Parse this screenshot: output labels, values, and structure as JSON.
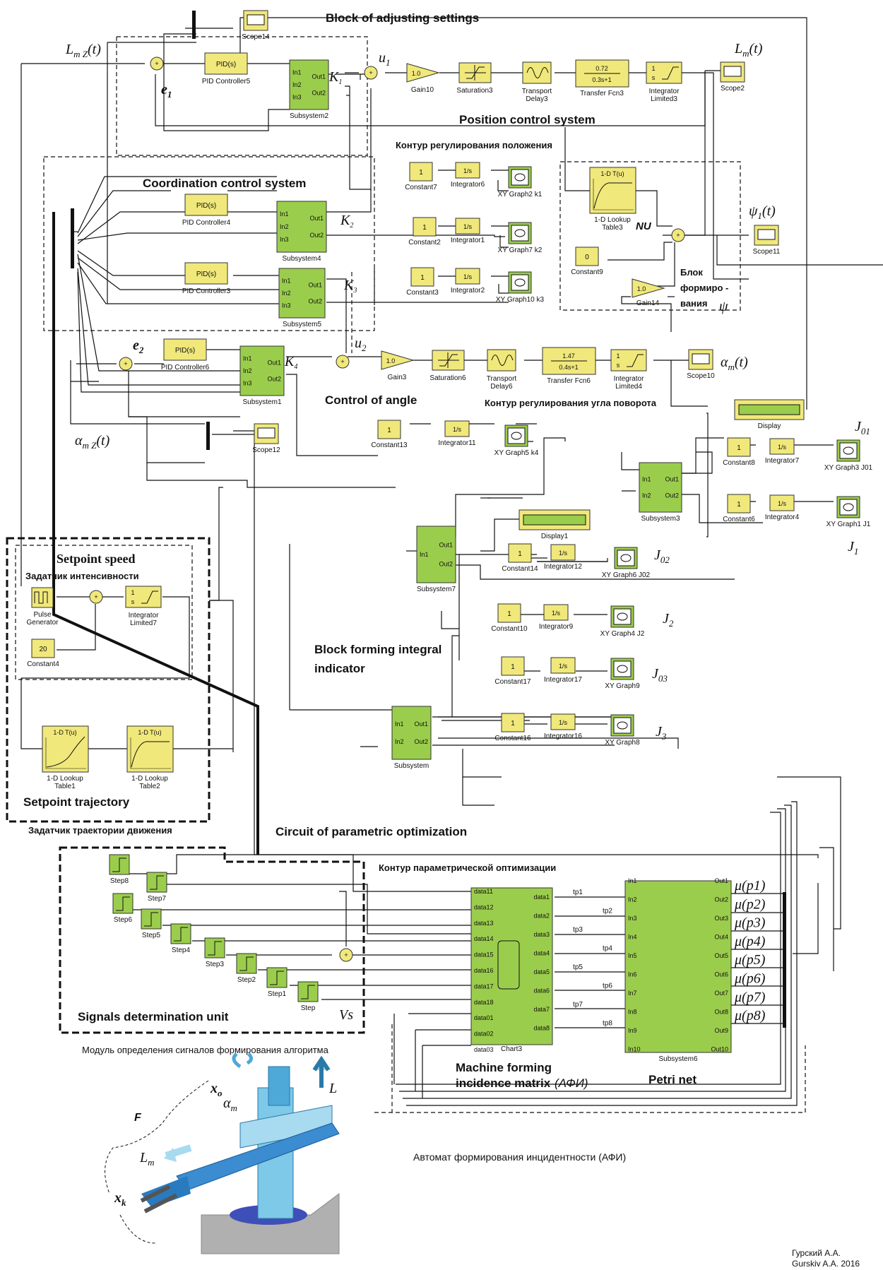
{
  "colors": {
    "sub": "#9bcd4c",
    "tan": "#f0e87a",
    "scope": "#d8cc5e",
    "wire": "#111111"
  },
  "headings": {
    "adjusting": "Block of adjusting settings",
    "position": "Position control system",
    "position_ru": "Контур регулирования положения",
    "coordination": "Coordination control system",
    "angle": "Control of angle",
    "angle_ru": "Контур регулирования угла поворота",
    "setpoint_speed": "Setpoint speed",
    "setpoint_speed_ru": "Задатчик интенсивности",
    "setpoint_traj": "Setpoint trajectory",
    "setpoint_traj_ru": "Задатчик траектории движения",
    "integral": "Block forming integral",
    "integral2": "indicator",
    "param": "Circuit of parametric optimization",
    "param_ru": "Контур параметрической оптимизации",
    "signals": "Signals determination unit",
    "signals_ru": "Модуль определения сигналов формирования алгоритма",
    "machine1": "Machine forming",
    "machine2": "incidence matrix",
    "machine_abbr": "(АФИ)",
    "petri": "Petri net",
    "automat": "Автомат формирования инцидентности (АФИ)",
    "psi_block1": "Блок",
    "psi_block2": "формиро -",
    "psi_block3": "вания",
    "nu": "NU",
    "author1": "Гурский А.А.",
    "author2": "Gurskiy A.A.  2016"
  },
  "math": {
    "Lmz": "L",
    "Lmz_sub": "m Z",
    "Lmz_t": "(t)",
    "e1": "e",
    "e1_sub": "1",
    "e2": "e",
    "e2_sub": "2",
    "u1": "u",
    "u1_sub": "1",
    "u2": "u",
    "u2_sub": "2",
    "Lm": "L",
    "Lm_sub": "m",
    "Lm_t": "(t)",
    "psi": "ψ",
    "psi_sub": "1",
    "psi_t": "(t)",
    "psi_small": "ψ",
    "am": "α",
    "am_sub": "m",
    "am_t": "(t)",
    "amz": "α",
    "amz_sub": "m Z",
    "amz_t": "(t)",
    "k1": "K",
    "k1_sub": "1",
    "k2": "K",
    "k2_sub": "2",
    "k3": "K",
    "k3_sub": "3",
    "k4": "K",
    "k4_sub": "4",
    "J01": "J",
    "J01_sub": "01",
    "J1": "J",
    "J1_sub": "1",
    "J02": "J",
    "J02_sub": "02",
    "J2": "J",
    "J2_sub": "2",
    "J03": "J",
    "J03_sub": "03",
    "J3": "J",
    "J3_sub": "3",
    "Vs": "Vs",
    "xo": "x",
    "xo_sub": "o",
    "xk": "x",
    "xk_sub": "k",
    "F": "F",
    "L": "L",
    "alpha_m": "α",
    "alpha_m_sub": "m",
    "Lm_robot": "L",
    "Lm_robot_sub": "m"
  },
  "blocks": {
    "scope14": "Scope14",
    "pid5": "PID Controller5",
    "pid": "PID(s)",
    "subsystem2": "Subsystem2",
    "gain10": "Gain10",
    "gain_val": "1.0",
    "saturation3": "Saturation3",
    "transport3": "Transport",
    "transport3b": "Delay3",
    "tf3_num": "0.72",
    "tf3_den": "0.3s+1",
    "tf3": "Transfer Fcn3",
    "integ3": "Integrator",
    "integ3b": "Limited3",
    "one_s": "1",
    "s": "s",
    "scope2": "Scope2",
    "constant7": "Constant7",
    "integrator6": "Integrator6",
    "xy_k1": "XY Graph2 k1",
    "one": "1",
    "integ_lbl": "1/s",
    "lookup3_title": "1-D T(u)",
    "lookup3": "1-D Lookup",
    "lookup3b": "Table3",
    "pid4": "PID Controller4",
    "subsystem4": "Subsystem4",
    "constant2": "Constant2",
    "integrator1": "Integrator1",
    "xy_k2": "XY Graph7 k2",
    "constant9": "Constant9",
    "zero": "0",
    "gain14": "Gain14",
    "scope11": "Scope11",
    "pid3": "PID Controller3",
    "subsystem5": "Subsystem5",
    "constant3": "Constant3",
    "integrator2": "Integrator2",
    "xy_k3": "XY Graph10 k3",
    "pid6": "PID Controller6",
    "subsystem1": "Subsystem1",
    "gain3": "Gain3",
    "saturation6": "Saturation6",
    "transport6": "Transport",
    "transport6b": "Delay6",
    "tf6_num": "1.47",
    "tf6_den": "0.4s+1",
    "tf6": "Transfer Fcn6",
    "integ4": "Integrator",
    "integ4b": "Limited4",
    "scope10": "Scope10",
    "display": "Display",
    "constant13": "Constant13",
    "integrator11": "Integrator11",
    "xy_k4": "XY Graph5 k4",
    "scope12": "Scope12",
    "constant8": "Constant8",
    "integrator7": "Integrator7",
    "xy_j01": "XY Graph3 J01",
    "subsystem3": "Subsystem3",
    "constant6": "Constant6",
    "integrator4": "Integrator4",
    "xy_j1": "XY Graph1 J1",
    "display1": "Display1",
    "subsystem7": "Subsystem7",
    "constant14": "Constant14",
    "integrator12": "Integrator12",
    "xy_j02": "XY Graph6 J02",
    "constant10": "Constant10",
    "integrator9": "Integrator9",
    "xy_j2": "XY Graph4 J2",
    "constant17": "Constant17",
    "integrator17": "Integrator17",
    "xy_g9": "XY Graph9",
    "subsystem": "Subsystem",
    "constant16": "Constant16",
    "integrator16": "Integrator16",
    "xy_g8": "XY Graph8",
    "pulse": "Pulse",
    "pulse2": "Generator",
    "constant4": "Constant4",
    "twenty": "20",
    "integ7": "Integrator",
    "integ7b": "Limited7",
    "lookup1_title": "1-D T(u)",
    "lookup1": "1-D Lookup",
    "lookup1b": "Table1",
    "lookup2_title": "1-D T(u)",
    "lookup2": "1-D Lookup",
    "lookup2b": "Table2",
    "chart3": "Chart3",
    "subsystem6": "Subsystem6",
    "in1": "In1",
    "in2": "In2",
    "in3": "In3",
    "out1": "Out1",
    "out2": "Out2"
  },
  "steps": [
    "Step8",
    "Step7",
    "Step6",
    "Step5",
    "Step4",
    "Step3",
    "Step2",
    "Step1",
    "Step"
  ],
  "chart_ports_in": [
    "data11",
    "data12",
    "data13",
    "data14",
    "data15",
    "data16",
    "data17",
    "data18",
    "data01",
    "data02",
    "data03"
  ],
  "chart_ports_out": [
    "data1",
    "data2",
    "data3",
    "data4",
    "data5",
    "data6",
    "data7",
    "data8"
  ],
  "tp_labels": [
    "tp1",
    "tp2",
    "tp3",
    "tp4",
    "tp5",
    "tp6",
    "tp7",
    "tp8"
  ],
  "petri_in": [
    "In1",
    "In2",
    "In3",
    "In4",
    "In5",
    "In6",
    "In7",
    "In8",
    "In9",
    "In10"
  ],
  "petri_out": [
    "Out1",
    "Out2",
    "Out3",
    "Out4",
    "Out5",
    "Out6",
    "Out7",
    "Out8",
    "Out9",
    "Out10"
  ],
  "mu_labels": [
    "μ(p1)",
    "μ(p2)",
    "μ(p3)",
    "μ(p4)",
    "μ(p5)",
    "μ(p6)",
    "μ(p7)",
    "μ(p8)"
  ]
}
